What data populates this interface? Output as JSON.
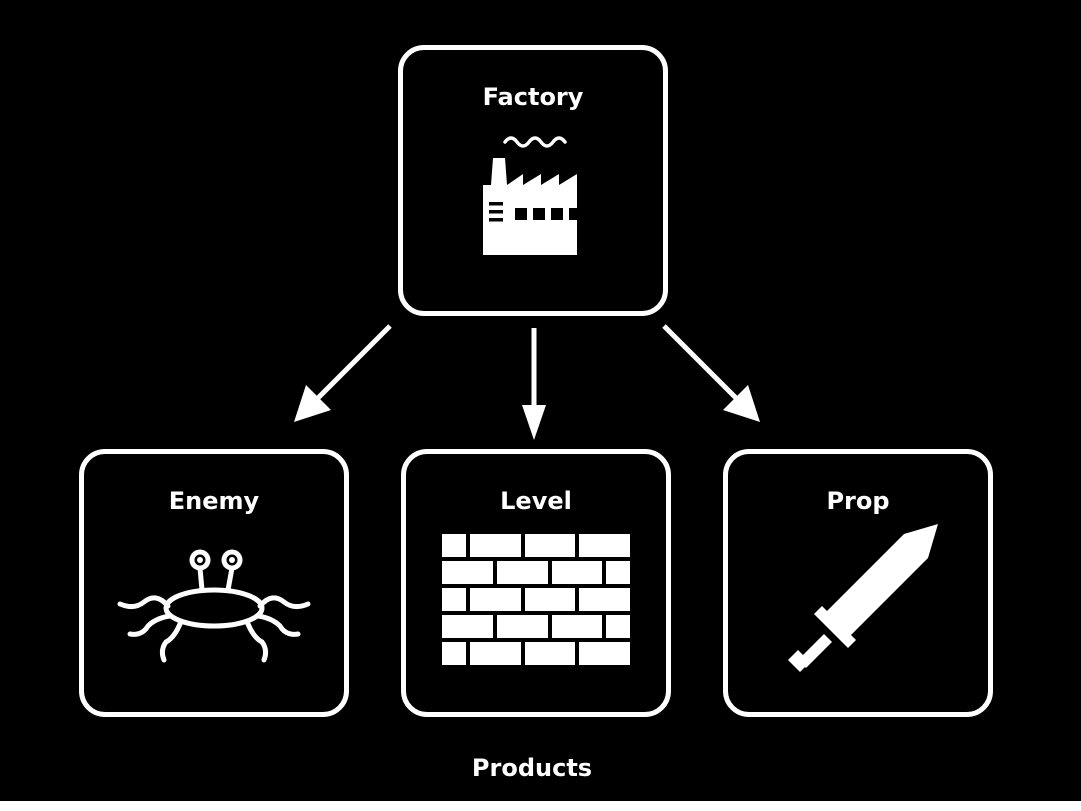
{
  "nodes": {
    "factory": {
      "label": "Factory",
      "icon": "factory-icon"
    },
    "enemy": {
      "label": "Enemy",
      "icon": "flying-spaghetti-monster-icon"
    },
    "level": {
      "label": "Level",
      "icon": "brick-wall-icon"
    },
    "prop": {
      "label": "Prop",
      "icon": "sword-icon"
    }
  },
  "group_label": "Products",
  "edges": [
    {
      "from": "Factory",
      "to": "Enemy"
    },
    {
      "from": "Factory",
      "to": "Level"
    },
    {
      "from": "Factory",
      "to": "Prop"
    }
  ],
  "colors": {
    "background": "#000000",
    "foreground": "#ffffff"
  }
}
